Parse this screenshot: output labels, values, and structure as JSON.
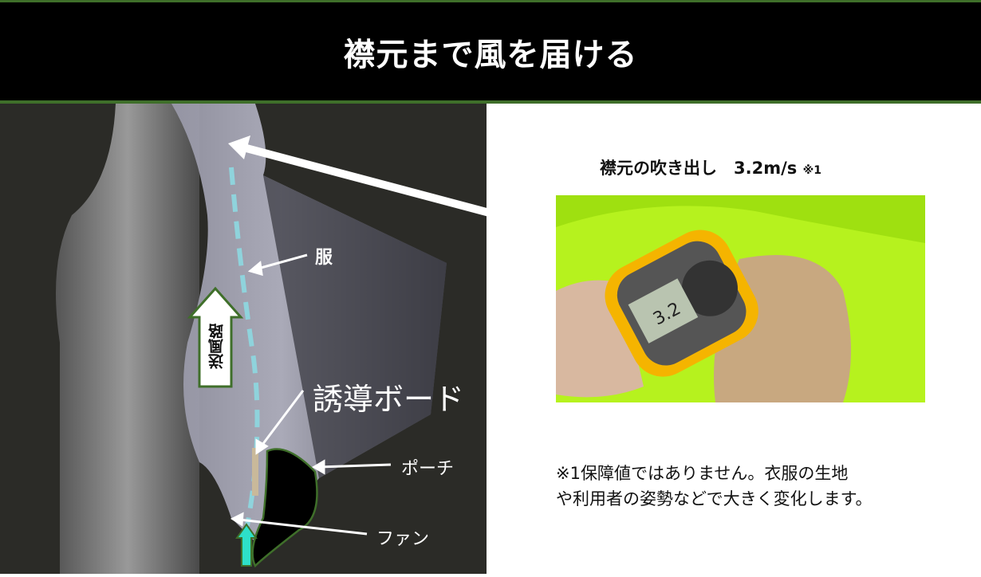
{
  "header": {
    "title": "襟元まで風を届ける"
  },
  "illustration": {
    "labels": {
      "clothes": "服",
      "air_path": "送風路",
      "guide_board": "誘導ボード",
      "pouch": "ポーチ",
      "fan": "ファン"
    },
    "colors": {
      "path_dash": "#8fd3dc",
      "pouch_outline": "#3f6f2a",
      "fan_arrow": "#2ee0c8"
    }
  },
  "measurement": {
    "caption": "襟元の吹き出し　3.2m/s",
    "footnote_mark": "※1",
    "display_reading": "3.2"
  },
  "note": {
    "lines": [
      "※1保障値ではありません。衣服の生地",
      "や利用者の姿勢などで大きく変化します。"
    ]
  }
}
